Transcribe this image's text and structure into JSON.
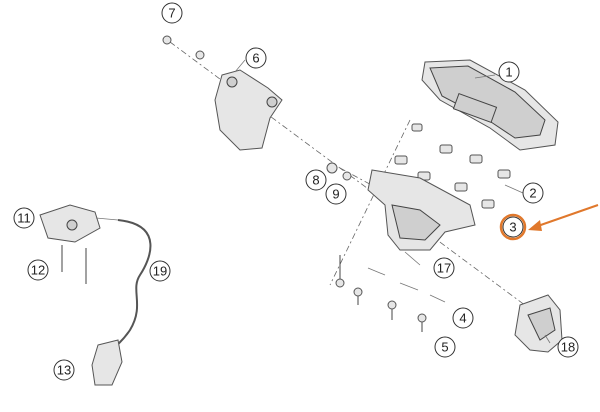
{
  "callouts": [
    {
      "id": "1",
      "label": "1"
    },
    {
      "id": "2",
      "label": "2"
    },
    {
      "id": "3",
      "label": "3",
      "highlighted": true
    },
    {
      "id": "4",
      "label": "4"
    },
    {
      "id": "5",
      "label": "5"
    },
    {
      "id": "6",
      "label": "6"
    },
    {
      "id": "7",
      "label": "7"
    },
    {
      "id": "8",
      "label": "8"
    },
    {
      "id": "9",
      "label": "9"
    },
    {
      "id": "11",
      "label": "11"
    },
    {
      "id": "12",
      "label": "12"
    },
    {
      "id": "13",
      "label": "13"
    },
    {
      "id": "17",
      "label": "17"
    },
    {
      "id": "18",
      "label": "18"
    },
    {
      "id": "19",
      "label": "19"
    }
  ],
  "colors": {
    "highlight": "#e0782c",
    "line": "#555555",
    "part_fill": "#e6e6e6",
    "callout_stroke": "#333333"
  }
}
